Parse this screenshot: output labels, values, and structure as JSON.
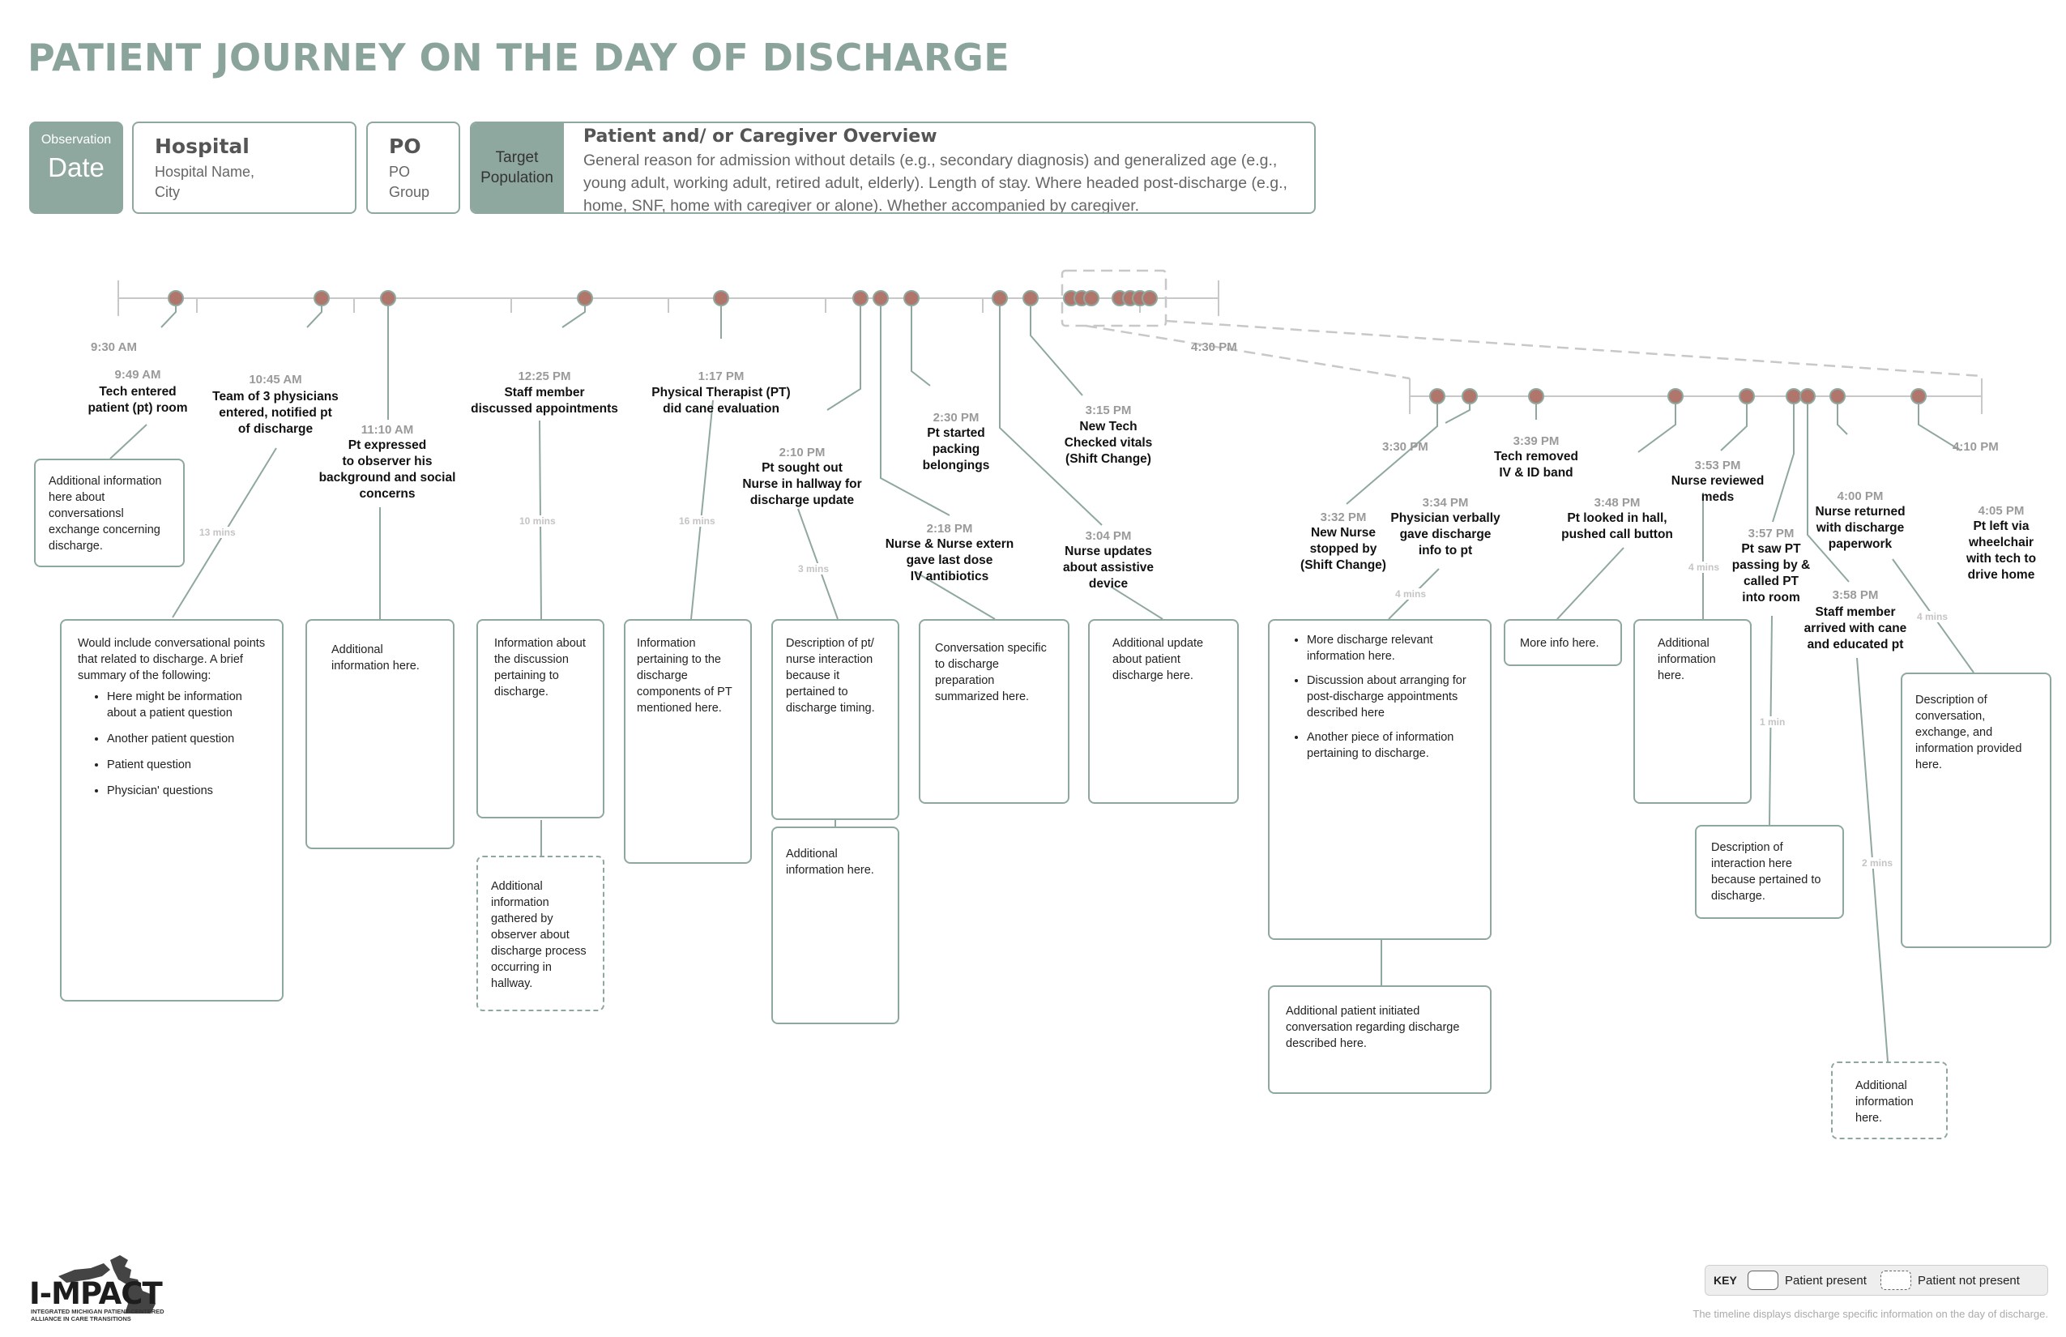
{
  "title": "PATIENT JOURNEY ON THE DAY OF DISCHARGE",
  "header": {
    "observation_label": "Observation",
    "observation_value": "Date",
    "hospital_title": "Hospital",
    "hospital_sub": "Hospital Name,\nCity",
    "po_title": "PO",
    "po_sub": "PO\nGroup",
    "target_population": "Target\nPopulation",
    "overview_title": "Patient and/ or Caregiver Overview",
    "overview_text": "General reason for admission without details (e.g., secondary diagnosis) and generalized age (e.g., young adult, working adult, retired adult, elderly). Length of stay. Where headed post-discharge (e.g., home, SNF, home with caregiver or alone). Whether accompanied by caregiver."
  },
  "timeline": {
    "start_label": "9:30 AM",
    "end_label": "4:30 PM",
    "zoom_start_label": "3:30 PM",
    "zoom_end_label": "4:10 PM"
  },
  "events": [
    {
      "time": "9:49 AM",
      "text": "Tech entered\npatient (pt) room"
    },
    {
      "time": "10:45 AM",
      "text": "Team of 3 physicians\nentered, notified pt\nof discharge"
    },
    {
      "time": "11:10 AM",
      "text": "Pt expressed\nto observer his\nbackground and social\nconcerns"
    },
    {
      "time": "12:25 PM",
      "text": "Staff member\ndiscussed appointments"
    },
    {
      "time": "1:17 PM",
      "text": "Physical Therapist (PT)\ndid cane evaluation"
    },
    {
      "time": "2:10 PM",
      "text": "Pt sought out\nNurse in hallway for\ndischarge update"
    },
    {
      "time": "2:18 PM",
      "text": "Nurse & Nurse extern\ngave last dose\nIV antibiotics"
    },
    {
      "time": "2:30 PM",
      "text": "Pt started\npacking\nbelongings"
    },
    {
      "time": "3:04 PM",
      "text": "Nurse updates\nabout assistive\ndevice"
    },
    {
      "time": "3:15 PM",
      "text": "New Tech\nChecked vitals\n(Shift Change)"
    },
    {
      "time": "3:32 PM",
      "text": "New Nurse\nstopped by\n(Shift Change)"
    },
    {
      "time": "3:34 PM",
      "text": "Physician verbally\ngave discharge\ninfo to pt"
    },
    {
      "time": "3:39 PM",
      "text": "Tech removed\nIV & ID band"
    },
    {
      "time": "3:48 PM",
      "text": "Pt looked in hall,\npushed call button"
    },
    {
      "time": "3:53 PM",
      "text": "Nurse reviewed\nmeds"
    },
    {
      "time": "3:57 PM",
      "text": "Pt saw PT\npassing by &\ncalled PT\ninto room"
    },
    {
      "time": "3:58 PM",
      "text": "Staff member\narrived with cane\nand educated pt"
    },
    {
      "time": "4:00 PM",
      "text": "Nurse returned\nwith discharge\npaperwork"
    },
    {
      "time": "4:05 PM",
      "text": "Pt left via\nwheelchair\nwith tech to\ndrive home"
    }
  ],
  "durations": [
    "13 mins",
    "10 mins",
    "16 mins",
    "3 mins",
    "4 mins",
    "4 mins",
    "1 min",
    "2 mins",
    "4 mins"
  ],
  "boxes": {
    "b1": "Additional information here about conversationsl exchange concerning discharge.",
    "b2_intro": "Would include conversational points that related to discharge. A brief summary of the following:",
    "b2_items": [
      "Here might be information about a patient question",
      "Another patient question",
      "Patient question",
      "Physician' questions"
    ],
    "b3": "Additional information here.",
    "b4": "Information about the discussion pertaining to discharge.",
    "b4b": "Additional information gathered by observer about discharge process occurring in hallway.",
    "b5": "Information pertaining to the discharge components of PT mentioned here.",
    "b6": "Description of pt/ nurse interaction because it pertained to discharge timing.",
    "b6b": "Additional information here.",
    "b7": "Conversation specific to discharge preparation summarized here.",
    "b8": "Additional update about patient discharge here.",
    "b9_items": [
      "More discharge relevant information here.",
      "Discussion about arranging for post-discharge appointments described here",
      "Another piece of information pertaining to discharge."
    ],
    "b9b": "Additional patient initiated conversation regarding discharge described here.",
    "b10": "More info here.",
    "b11": "Additional information here.",
    "b12": "Description of interaction here because pertained to discharge.",
    "b13": "Description of conversation, exchange, and information provided here.",
    "b14": "Additional information here."
  },
  "logo": {
    "name": "I-MPACT",
    "tagline": "INTEGRATED MICHIGAN PATIENT-CENTERED\nALLIANCE IN CARE TRANSITIONS"
  },
  "key": {
    "label": "KEY",
    "present": "Patient present",
    "not_present": "Patient not present"
  },
  "footnote": "The timeline displays discharge specific information on the day of discharge.",
  "colors": {
    "accent": "#8fa89f",
    "dot": "#b0766c",
    "axis": "#c8c8c8"
  }
}
